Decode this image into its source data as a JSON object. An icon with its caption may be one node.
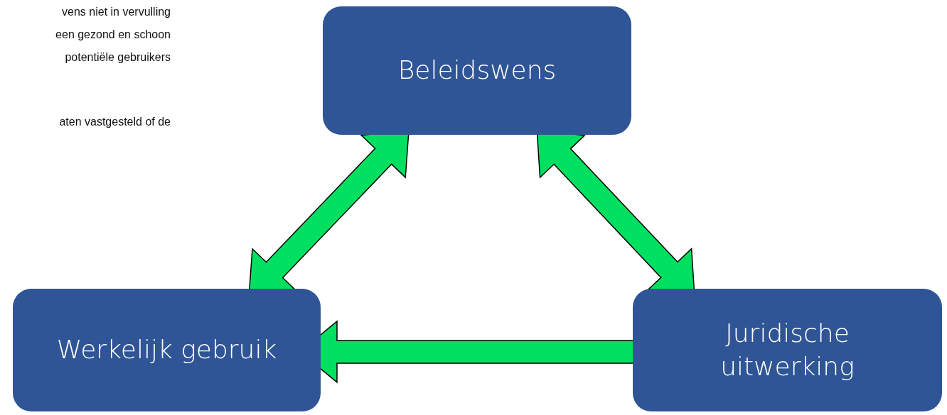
{
  "diagram": {
    "nodes": [
      {
        "text": [
          "Beleidswens"
        ]
      },
      {
        "text": [
          "Werkelijk gebruik"
        ]
      },
      {
        "text": [
          "Juridische uitwerking"
        ]
      }
    ],
    "edges": [
      {
        "from": 0,
        "to": 1,
        "arrow": "both"
      },
      {
        "from": 0,
        "to": 2,
        "arrow": "both"
      },
      {
        "from": 1,
        "to": 2,
        "arrow": "both"
      }
    ],
    "labels": [
      "vens niet in vervulling",
      "een gezond en schoon",
      "potentiële gebruikers",
      "aten vastgesteld of de"
    ]
  }
}
